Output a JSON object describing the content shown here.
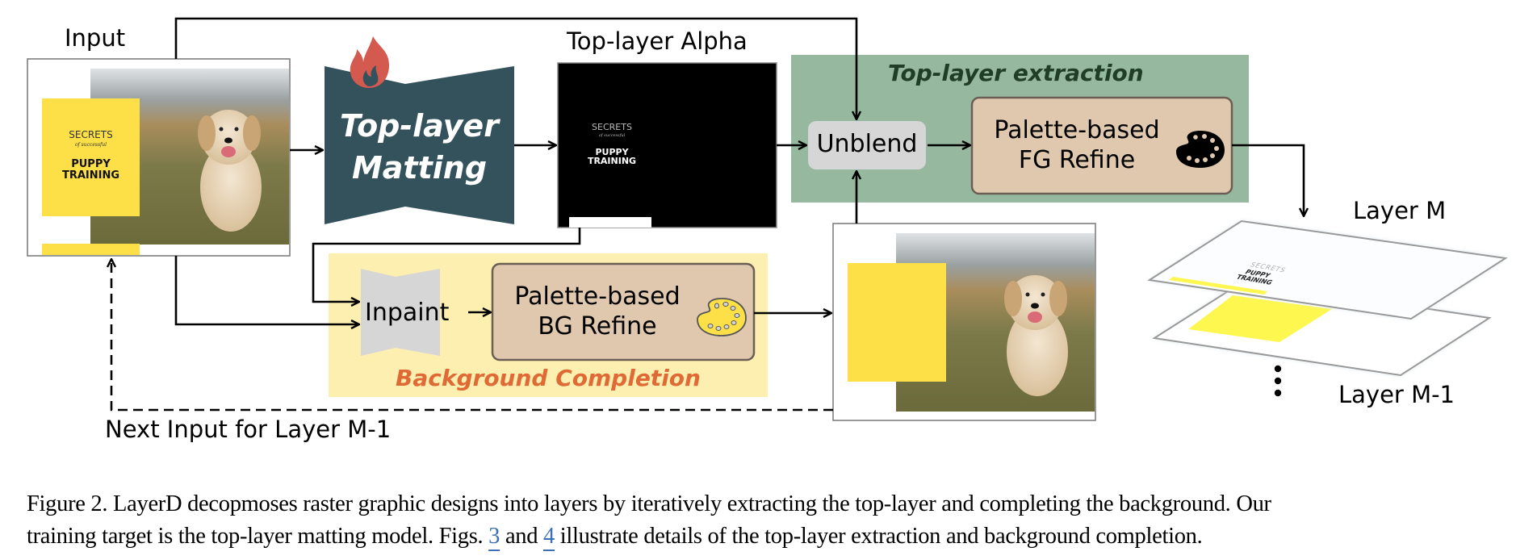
{
  "diagram": {
    "labels": {
      "input": "Input",
      "top_layer_alpha": "Top-layer Alpha",
      "matting_line1": "Top-layer",
      "matting_line2": "Matting",
      "extraction_group": "Top-layer extraction",
      "unblend": "Unblend",
      "fg_refine_line1": "Palette-based",
      "fg_refine_line2": "FG Refine",
      "inpaint": "Inpaint",
      "bg_refine_line1": "Palette-based",
      "bg_refine_line2": "BG Refine",
      "completion_group": "Background Completion",
      "layer_m": "Layer M",
      "layer_m_minus_1": "Layer M-1",
      "next_input": "Next Input for Layer M-1"
    },
    "poster": {
      "secrets": "SECRETS",
      "of_successful": "of successful",
      "puppy": "PUPPY",
      "training": "TRAINING"
    },
    "icons": {
      "flame": "flame-icon",
      "palette_fg": "palette-icon",
      "palette_bg": "palette-icon",
      "ellipsis": "vertical-ellipsis-icon"
    },
    "colors": {
      "matting_fill": "#34525c",
      "flame": "#d45a4f",
      "extraction_bg": "#96b89e",
      "extraction_title": "#1f3d27",
      "unblend_fill": "#d6d6d6",
      "refine_fill": "#dfc8ae",
      "refine_border": "#6b5e55",
      "completion_bg": "#fdefb0",
      "completion_title": "#e06a35",
      "inpaint_fill": "#d6d6d6",
      "poster_yellow": "#fde047",
      "link_blue": "#3b6fb6"
    }
  },
  "caption": {
    "line1_a": "Figure 2. LayerD decopmoses raster graphic designs into layers by iteratively extracting the top-layer and completing the background. Our",
    "line2_a": "training target is the top-layer matting model. Figs. ",
    "ref1": "3",
    "line2_b": " and ",
    "ref2": "4",
    "line2_c": " illustrate details of the top-layer extraction and background completion."
  }
}
